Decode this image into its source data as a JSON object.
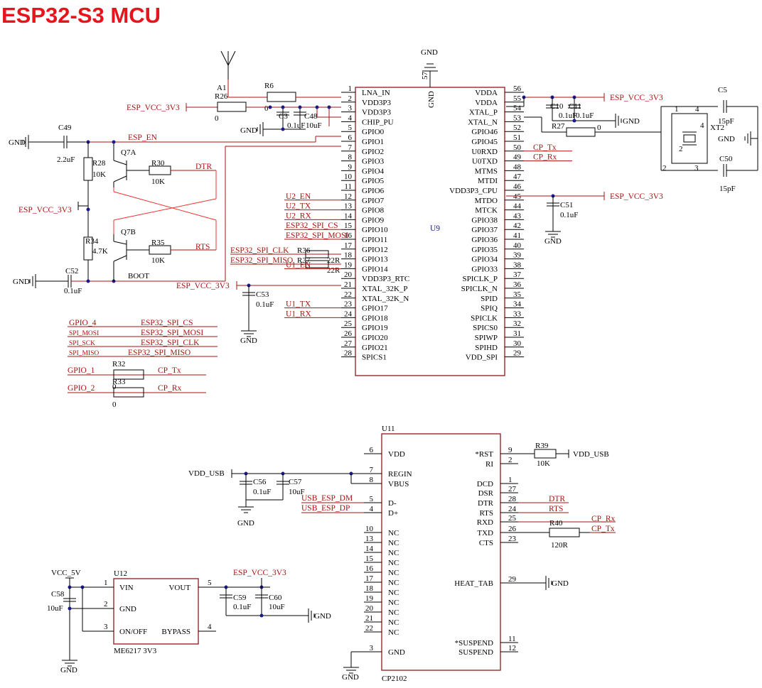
{
  "title": "ESP32-S3 MCU",
  "u9": {
    "ref": "U9",
    "gnd_pin": "57",
    "gnd_label": "GND",
    "left_pins": [
      {
        "num": "1",
        "name": "LNA_IN"
      },
      {
        "num": "2",
        "name": "VDD3P3"
      },
      {
        "num": "3",
        "name": "VDD3P3"
      },
      {
        "num": "4",
        "name": "CHIP_PU"
      },
      {
        "num": "5",
        "name": "GPIO0"
      },
      {
        "num": "6",
        "name": "GPIO1"
      },
      {
        "num": "7",
        "name": "GPIO2"
      },
      {
        "num": "8",
        "name": "GPIO3"
      },
      {
        "num": "9",
        "name": "GPIO4"
      },
      {
        "num": "10",
        "name": "GPIO5"
      },
      {
        "num": "11",
        "name": "GPIO6"
      },
      {
        "num": "12",
        "name": "GPIO7"
      },
      {
        "num": "13",
        "name": "GPIO8"
      },
      {
        "num": "14",
        "name": "GPIO9"
      },
      {
        "num": "15",
        "name": "GPIO10"
      },
      {
        "num": "16",
        "name": "GPIO11"
      },
      {
        "num": "17",
        "name": "GPIO12"
      },
      {
        "num": "18",
        "name": "GPIO13"
      },
      {
        "num": "19",
        "name": "GPIO14"
      },
      {
        "num": "20",
        "name": "VDD3P3_RTC"
      },
      {
        "num": "21",
        "name": "XTAL_32K_P"
      },
      {
        "num": "22",
        "name": "XTAL_32K_N"
      },
      {
        "num": "23",
        "name": "GPIO17"
      },
      {
        "num": "24",
        "name": "GPIO18"
      },
      {
        "num": "25",
        "name": "GPIO19"
      },
      {
        "num": "26",
        "name": "GPIO20"
      },
      {
        "num": "27",
        "name": "GPIO21"
      },
      {
        "num": "28",
        "name": "SPICS1"
      }
    ],
    "right_pins": [
      {
        "num": "56",
        "name": "VDDA"
      },
      {
        "num": "55",
        "name": "VDDA"
      },
      {
        "num": "54",
        "name": "XTAL_P"
      },
      {
        "num": "53",
        "name": "XTAL_N"
      },
      {
        "num": "52",
        "name": "GPIO46"
      },
      {
        "num": "51",
        "name": "GPIO45"
      },
      {
        "num": "50",
        "name": "U0RXD"
      },
      {
        "num": "49",
        "name": "U0TXD"
      },
      {
        "num": "48",
        "name": "MTMS"
      },
      {
        "num": "47",
        "name": "MTDI"
      },
      {
        "num": "46",
        "name": "VDD3P3_CPU"
      },
      {
        "num": "45",
        "name": "MTDO"
      },
      {
        "num": "44",
        "name": "MTCK"
      },
      {
        "num": "43",
        "name": "GPIO38"
      },
      {
        "num": "42",
        "name": "GPIO37"
      },
      {
        "num": "41",
        "name": "GPIO36"
      },
      {
        "num": "40",
        "name": "GPIO35"
      },
      {
        "num": "39",
        "name": "GPIO34"
      },
      {
        "num": "38",
        "name": "GPIO33"
      },
      {
        "num": "37",
        "name": "SPICLK_P"
      },
      {
        "num": "36",
        "name": "SPICLK_N"
      },
      {
        "num": "35",
        "name": "SPID"
      },
      {
        "num": "34",
        "name": "SPIQ"
      },
      {
        "num": "33",
        "name": "SPICLK"
      },
      {
        "num": "32",
        "name": "SPICS0"
      },
      {
        "num": "31",
        "name": "SPIWP"
      },
      {
        "num": "30",
        "name": "SPIHD"
      },
      {
        "num": "29",
        "name": "VDD_SPI"
      }
    ]
  },
  "u9_left_nets": [
    {
      "pin": "12",
      "net": "U2_EN"
    },
    {
      "pin": "13",
      "net": "U2_TX"
    },
    {
      "pin": "14",
      "net": "U2_RX"
    },
    {
      "pin": "15",
      "net": "ESP32_SPI_CS"
    },
    {
      "pin": "16",
      "net": "ESP32_SPI_MOSI"
    },
    {
      "pin": "19",
      "net": "U1_EN"
    },
    {
      "pin": "23",
      "net": "U1_TX"
    },
    {
      "pin": "24",
      "net": "U1_RX"
    }
  ],
  "u9_right_nets": [
    {
      "pin": "50",
      "net": "CP_Tx"
    },
    {
      "pin": "49",
      "net": "CP_Rx"
    }
  ],
  "spi_resistors": {
    "r36": {
      "ref": "R36",
      "net": "ESP32_SPI_CLK"
    },
    "r37": {
      "ref": "R37",
      "net": "ESP32_SPI_MISO",
      "value": "22R"
    },
    "value_top": "22R"
  },
  "antenna": {
    "ref": "A1"
  },
  "r26": {
    "ref": "R26",
    "value": "0"
  },
  "r6": {
    "ref": "R6",
    "value": "0"
  },
  "c3": {
    "ref": "C3",
    "value": "0.1uF"
  },
  "c48": {
    "ref": "C48",
    "value": "10uF"
  },
  "c49": {
    "ref": "C49",
    "value": "2.2uF"
  },
  "c52": {
    "ref": "C52",
    "value": "0.1uF"
  },
  "c53": {
    "ref": "C53",
    "value": "0.1uF"
  },
  "r28": {
    "ref": "R28",
    "value": "10K"
  },
  "r34": {
    "ref": "R34",
    "value": "4.7K"
  },
  "r30": {
    "ref": "R30",
    "value": "10K"
  },
  "r35": {
    "ref": "R35",
    "value": "10K"
  },
  "q7a": "Q7A",
  "q7b": "Q7B",
  "nets": {
    "esp_vcc": "ESP_VCC_3V3",
    "gnd": "GND",
    "esp_en": "ESP_EN",
    "boot": "BOOT",
    "dtr": "DTR",
    "rts": "RTS",
    "vdd_usb": "VDD_USB",
    "usb_dm": "USB_ESP_DM",
    "usb_dp": "USB_ESP_DP",
    "cp_rx": "CP_Rx",
    "cp_tx": "CP_Tx",
    "vcc_5v": "VCC_5V"
  },
  "gpio_map": [
    {
      "left": "GPIO_4",
      "right": "ESP32_SPI_CS"
    },
    {
      "left": "SPI_MOSI",
      "right": "ESP32_SPI_MOSI"
    },
    {
      "left": "SPI_SCK",
      "right": "ESP32_SPI_CLK"
    },
    {
      "left": "SPI_MISO",
      "right": "ESP32_SPI_MISO"
    }
  ],
  "r32": {
    "ref": "R32",
    "value": "0",
    "left": "GPIO_1",
    "right": "CP_Tx"
  },
  "r33": {
    "ref": "R33",
    "value": "0",
    "left": "GPIO_2",
    "right": "CP_Rx"
  },
  "c10": {
    "ref": "C10",
    "value": "0.1uF"
  },
  "c11": {
    "ref": "C11",
    "value": "0.1uF"
  },
  "r27": {
    "ref": "R27",
    "value": "0"
  },
  "c51": {
    "ref": "C51",
    "value": "0.1uF"
  },
  "c5": {
    "ref": "C5",
    "value": "15pF"
  },
  "c50": {
    "ref": "C50",
    "value": "15pF"
  },
  "xt2": {
    "ref": "XT2",
    "pins": [
      "1",
      "2",
      "3",
      "4"
    ]
  },
  "u11": {
    "ref": "U11",
    "part": "CP2102",
    "left_pins": [
      {
        "num": "6",
        "name": "VDD"
      },
      {
        "num": "7",
        "name": "REGIN"
      },
      {
        "num": "8",
        "name": "VBUS"
      },
      {
        "num": "5",
        "name": "D-"
      },
      {
        "num": "4",
        "name": "D+"
      },
      {
        "num": "10",
        "name": "NC"
      },
      {
        "num": "13",
        "name": "NC"
      },
      {
        "num": "14",
        "name": "NC"
      },
      {
        "num": "15",
        "name": "NC"
      },
      {
        "num": "16",
        "name": "NC"
      },
      {
        "num": "17",
        "name": "NC"
      },
      {
        "num": "18",
        "name": "NC"
      },
      {
        "num": "19",
        "name": "NC"
      },
      {
        "num": "20",
        "name": "NC"
      },
      {
        "num": "21",
        "name": "NC"
      },
      {
        "num": "22",
        "name": "NC"
      },
      {
        "num": "3",
        "name": "GND"
      }
    ],
    "right_pins": [
      {
        "num": "9",
        "name": "*RST"
      },
      {
        "num": "2",
        "name": "RI"
      },
      {
        "num": "1",
        "name": "DCD"
      },
      {
        "num": "27",
        "name": "DSR"
      },
      {
        "num": "28",
        "name": "DTR"
      },
      {
        "num": "24",
        "name": "RTS"
      },
      {
        "num": "25",
        "name": "RXD"
      },
      {
        "num": "26",
        "name": "TXD"
      },
      {
        "num": "23",
        "name": "CTS"
      },
      {
        "num": "29",
        "name": "HEAT_TAB"
      },
      {
        "num": "11",
        "name": "*SUSPEND"
      },
      {
        "num": "12",
        "name": "SUSPEND"
      }
    ]
  },
  "r39": {
    "ref": "R39",
    "value": "10K"
  },
  "r40": {
    "ref": "R40",
    "value": "120R"
  },
  "c56": {
    "ref": "C56",
    "value": "0.1uF"
  },
  "c57": {
    "ref": "C57",
    "value": "10uF"
  },
  "u12": {
    "ref": "U12",
    "part": "ME6217 3V3",
    "pins": [
      {
        "num": "1",
        "name": "VIN"
      },
      {
        "num": "2",
        "name": "GND"
      },
      {
        "num": "3",
        "name": "ON/OFF"
      },
      {
        "num": "5",
        "name": "VOUT"
      },
      {
        "num": "4",
        "name": "BYPASS"
      }
    ]
  },
  "c58": {
    "ref": "C58",
    "value": "10uF"
  },
  "c59": {
    "ref": "C59",
    "value": "0.1uF"
  },
  "c60": {
    "ref": "C60",
    "value": "10uF"
  }
}
